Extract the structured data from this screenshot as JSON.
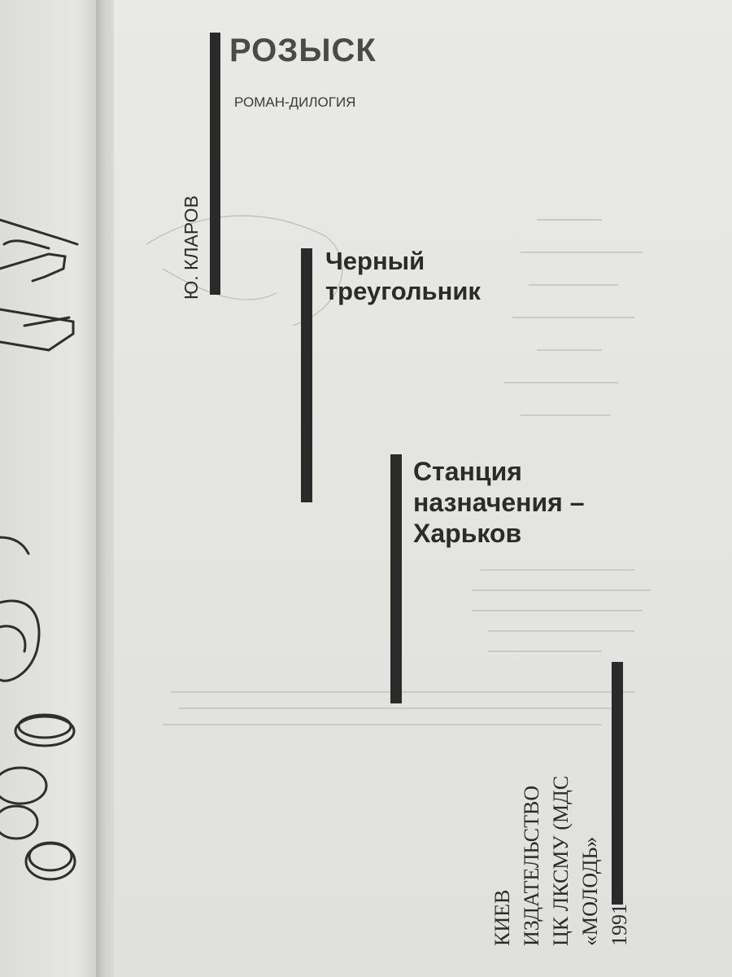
{
  "book": {
    "series_title": "РОЗЫСК",
    "genre": "РОМАН-ДИЛОГИЯ",
    "author": "Ю. КЛАРОВ",
    "works": [
      {
        "lines": [
          "Черный",
          "треугольник"
        ]
      },
      {
        "lines": [
          "Станция",
          "назначения –",
          "Харьков"
        ]
      }
    ],
    "imprint": [
      "КИЕВ",
      "ИЗДАТЕЛЬСТВО",
      "ЦК ЛКСМУ (МДС",
      "«МОЛОДЬ»",
      "1991"
    ]
  }
}
